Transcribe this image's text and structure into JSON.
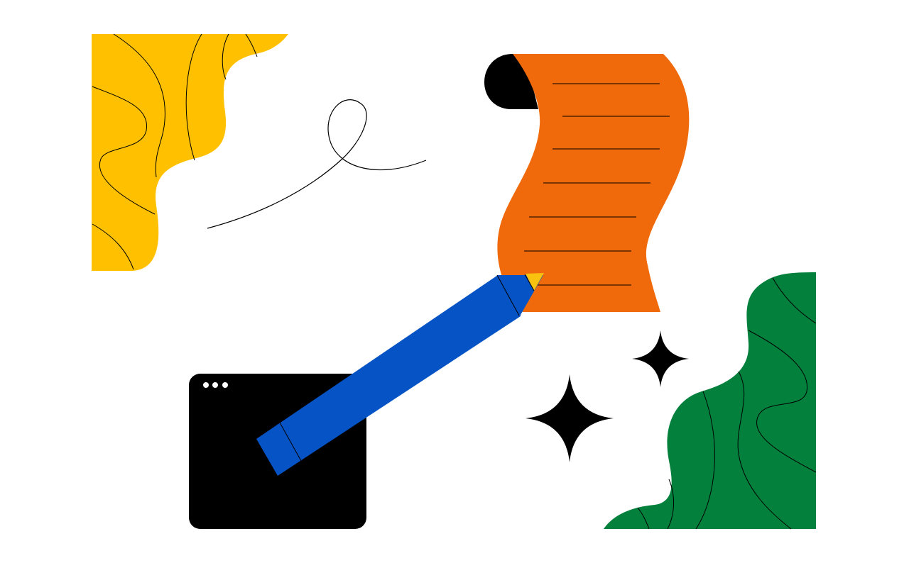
{
  "illustration": {
    "subject": "document-editing-illustration",
    "colors": {
      "background": "#FFFFFF",
      "yellow_blob": "#FFC000",
      "orange_scroll": "#F06A0B",
      "scroll_curl": "#000000",
      "green_blob": "#02803C",
      "pencil_body": "#0553C4",
      "pencil_tip": "#F9C20F",
      "window": "#000000",
      "window_dots": "#FFFFFF",
      "sparkles": "#000000",
      "contour_lines": "#000000"
    },
    "elements": {
      "yellow_blob": "yellow-topographic-blob",
      "squiggle": "hand-drawn-loop-line",
      "scroll": "orange-paper-scroll-with-text-lines",
      "pencil": "blue-pencil",
      "window": "black-app-window",
      "sparkles": "four-point-stars",
      "green_blob": "green-topographic-blob"
    },
    "scroll_line_count": 7,
    "window_dot_count": 3,
    "sparkle_count": 2
  }
}
